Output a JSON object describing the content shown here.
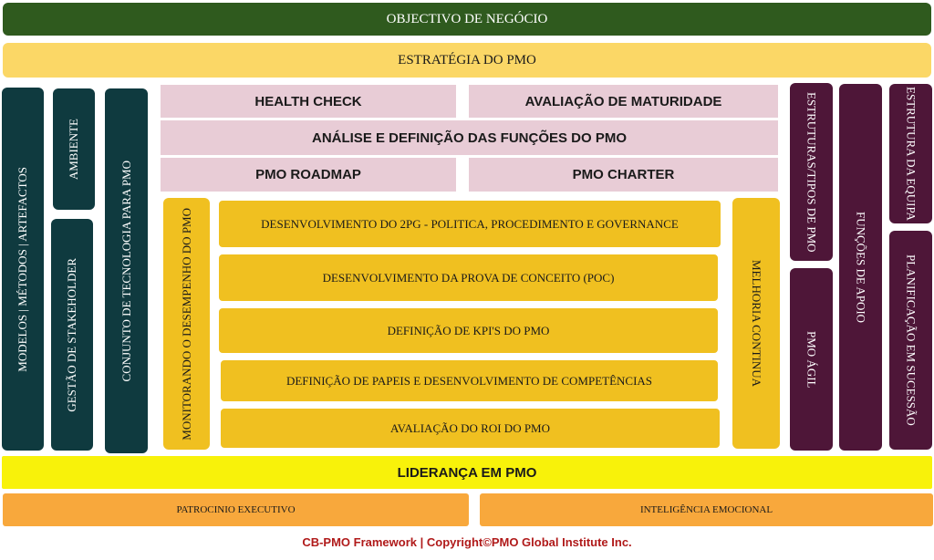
{
  "top": {
    "objective": "OBJECTIVO DE NEGÓCIO",
    "strategy": "ESTRATÉGIA DO PMO"
  },
  "left": {
    "models": "MODELOS | MÉTODOS | ARTEFACTOS",
    "environment": "AMBIENTE",
    "stakeholder": "GESTÃO DE STAKEHOLDER",
    "technology": "CONJUNTO DE TECNOLOGIA PARA PMO"
  },
  "center": {
    "health_check": "HEALTH CHECK",
    "maturity": "AVALIAÇÃO DE MATURIDADE",
    "analysis": "ANÁLISE E DEFINIÇÃO DAS FUNÇÕES DO PMO",
    "roadmap": "PMO ROADMAP",
    "charter": "PMO CHARTER",
    "monitoring": "MONITORANDO O DESEMPENHO DO PMO",
    "improvement": "MELHORIA CONTINUA",
    "steps": [
      "DESENVOLVIMENTO DO 2PG - POLITICA, PROCEDIMENTO E GOVERNANCE",
      "DESENVOLVIMENTO DA PROVA DE CONCEITO (POC)",
      "DEFINIÇÃO DE KPI'S DO PMO",
      "DEFINIÇÃO DE PAPEIS E DESENVOLVIMENTO DE COMPETÊNCIAS",
      "AVALIAÇÃO DO ROI DO PMO"
    ]
  },
  "right": {
    "structures": "ESTRUTURAS/TIPOS DE PMO",
    "agile": "PMO ÁGIL",
    "support": "FUNÇÕES DE APOIO",
    "team": "ESTRUTURA DA EQUIPA",
    "succession": "PLANIFICAÇÃO EM SUCESSÃO"
  },
  "bottom": {
    "leadership": "LIDERANÇA EM PMO",
    "sponsor": "PATROCINIO EXECUTIVO",
    "emotional": "INTELIGÊNCIA EMOCIONAL"
  },
  "footer": "CB-PMO Framework | Copyright©PMO Global Institute Inc.",
  "colors": {
    "green": "#2f5a1e",
    "strategy": "#fbd766",
    "teal": "#0f3a3f",
    "plum": "#4e1638",
    "pink": "#e8ccd6",
    "gold": "#f0c020",
    "yellow": "#f8f20a",
    "orange": "#f8a83c",
    "footer": "#b01a1a"
  }
}
